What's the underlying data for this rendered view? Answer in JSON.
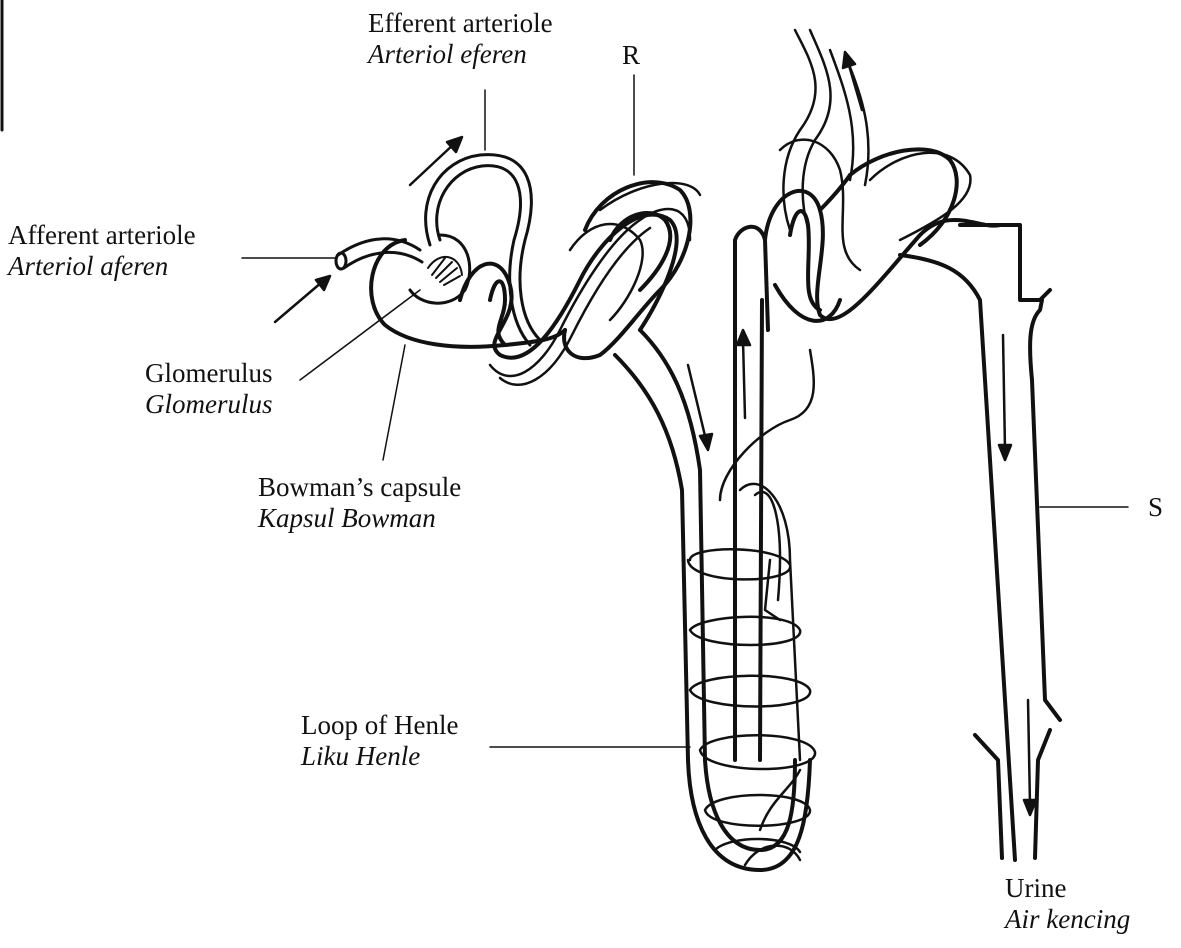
{
  "labels": {
    "efferent": {
      "en": "Efferent arteriole",
      "ms": "Arteriol eferen"
    },
    "afferent": {
      "en": "Afferent arteriole",
      "ms": "Arteriol aferen"
    },
    "glomerulus": {
      "en": "Glomerulus",
      "ms": "Glomerulus"
    },
    "bowman": {
      "en": "Bowman’s capsule",
      "ms": "Kapsul Bowman"
    },
    "henle": {
      "en": "Loop of Henle",
      "ms": "Liku Henle"
    },
    "urine": {
      "en": "Urine",
      "ms": "Air kencing"
    },
    "r": "R",
    "s": "S"
  },
  "colors": {
    "ink": "#111111",
    "paper": "#ffffff"
  }
}
